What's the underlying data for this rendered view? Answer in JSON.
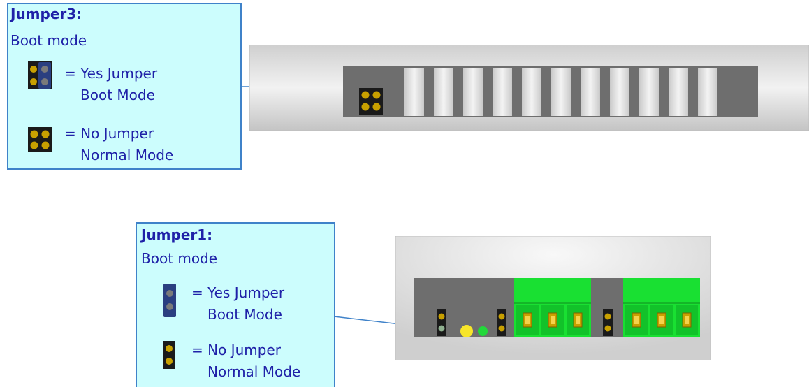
{
  "jumper3": {
    "title": "Jumper3:",
    "subtitle": "Boot mode",
    "yes_line1": "= Yes Jumper",
    "yes_line2": "Boot Mode",
    "no_line1": "= No Jumper",
    "no_line2": "Normal Mode"
  },
  "jumper1": {
    "title": "Jumper1:",
    "subtitle": "Boot mode",
    "yes_line1": "= Yes Jumper",
    "yes_line2": "Boot Mode",
    "no_line1": "= No Jumper",
    "no_line2": "Normal Mode"
  },
  "colors": {
    "box_fill": "#ccfdfd",
    "box_border": "#3f82c9",
    "text": "#1f21a8",
    "terminal_green": "#19e032",
    "jumper_black": "#1a1a1a",
    "jumper_pin": "#c8a000",
    "jumper_cap": "#2a3f80"
  },
  "icons": {
    "jumper_yes": "jumper-closed-icon",
    "jumper_no": "jumper-open-icon",
    "led_yellow": "led-yellow-icon",
    "led_green": "led-green-icon"
  }
}
